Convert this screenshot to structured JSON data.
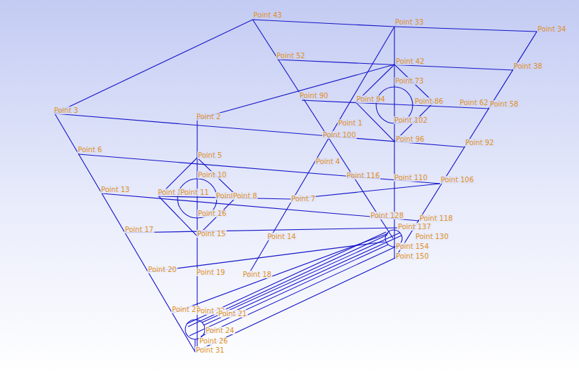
{
  "diagram": {
    "labels": [
      "Point 43",
      "Point 33",
      "Point 34",
      "Point 52",
      "Point 42",
      "Point 38",
      "Point 73",
      "Point 90",
      "Point 94",
      "Point 86",
      "Point 62",
      "Point 58",
      "Point 3",
      "Point 2",
      "Point 1",
      "Point 102",
      "Point 100",
      "Point 96",
      "Point 92",
      "Point 6",
      "Point 5",
      "Point 4",
      "Point 10",
      "Point 116",
      "Point 110",
      "Point 106",
      "Point 13",
      "Point 12",
      "Point 11",
      "Point 9",
      "Point 8",
      "Point 7",
      "Point 16",
      "Point 128",
      "Point 118",
      "Point 137",
      "Point 17",
      "Point 15",
      "Point 14",
      "Point 130",
      "Point 154",
      "Point 150",
      "Point 20",
      "Point 19",
      "Point 18",
      "Point 23",
      "Point 22",
      "Point 21",
      "Point 24",
      "Point 26",
      "Point 31"
    ]
  }
}
